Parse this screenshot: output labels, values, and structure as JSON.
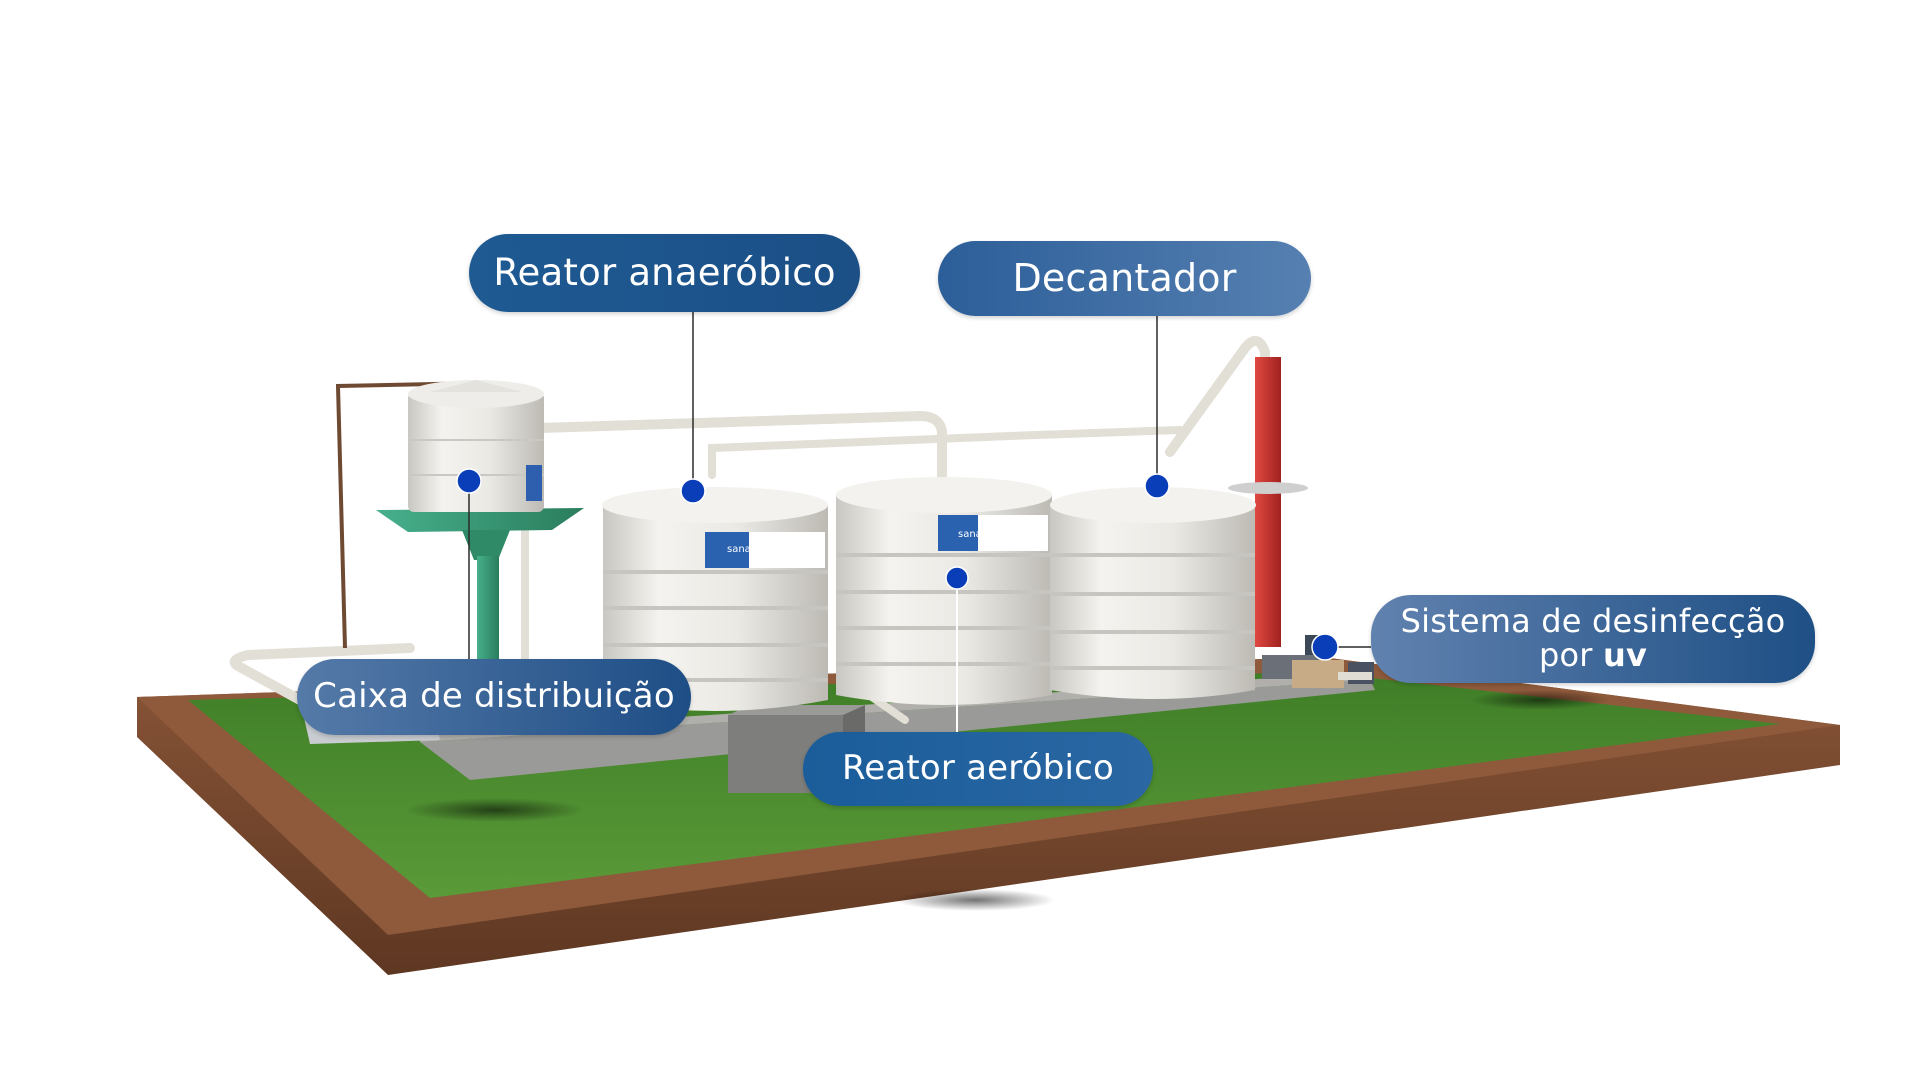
{
  "labels": {
    "reator_anaerobico": "Reator anaeróbico",
    "decantador": "Decantador",
    "caixa_distribuicao": "Caixa de distribuição",
    "reator_aerobico": "Reator aeróbico",
    "sistema_uv": {
      "line1": "Sistema de desinfecção",
      "line2_prefix": "por ",
      "line2_bold": "uv"
    }
  },
  "tank_brand": "sanar",
  "icons": {
    "marker": "blue-dot-marker"
  },
  "colors": {
    "label_blue": "#1d5590",
    "marker_blue": "#0a3db8",
    "grass": "#4b8a2f",
    "wood_frame": "#7a4b2e",
    "concrete": "#8e8e8e",
    "tank_white": "#ecebe7",
    "stand_green": "#3b9a78",
    "red_pipe": "#c8302c"
  }
}
